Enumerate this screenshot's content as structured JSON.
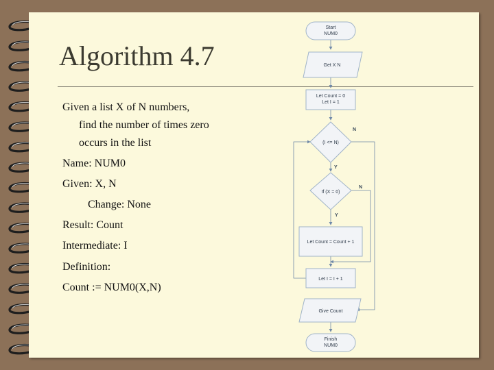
{
  "slide": {
    "title": "Algorithm 4.7",
    "lines": [
      "Given a list X of N numbers,",
      "find the number of times zero",
      "occurs in the list",
      "Name: NUM0",
      "Given: X, N",
      "Change: None",
      "Result: Count",
      "Intermediate: I",
      "Definition:",
      "Count := NUM0(X,N)"
    ]
  },
  "flowchart": {
    "start_1": "Start",
    "start_2": "NUM0",
    "input": "Get X N",
    "init_1": "Let Count = 0",
    "init_2": "Let I = 1",
    "loop_cond": "(I <= N)",
    "if_cond": "If (X = 0)",
    "increment_count": "Let Count = Count + 1",
    "increment_i": "Let I = I + 1",
    "output": "Give Count",
    "finish_1": "Finish",
    "finish_2": "NUM0",
    "label_n_loop": "N",
    "label_y_loop": "Y",
    "label_n_if": "N",
    "label_y_if": "Y"
  },
  "colors": {
    "background": "#8c7158",
    "page": "#fcf9dc",
    "shape_fill": "#f2f4f7",
    "shape_stroke": "#9fb3c8",
    "arrow": "#6f89a8"
  }
}
